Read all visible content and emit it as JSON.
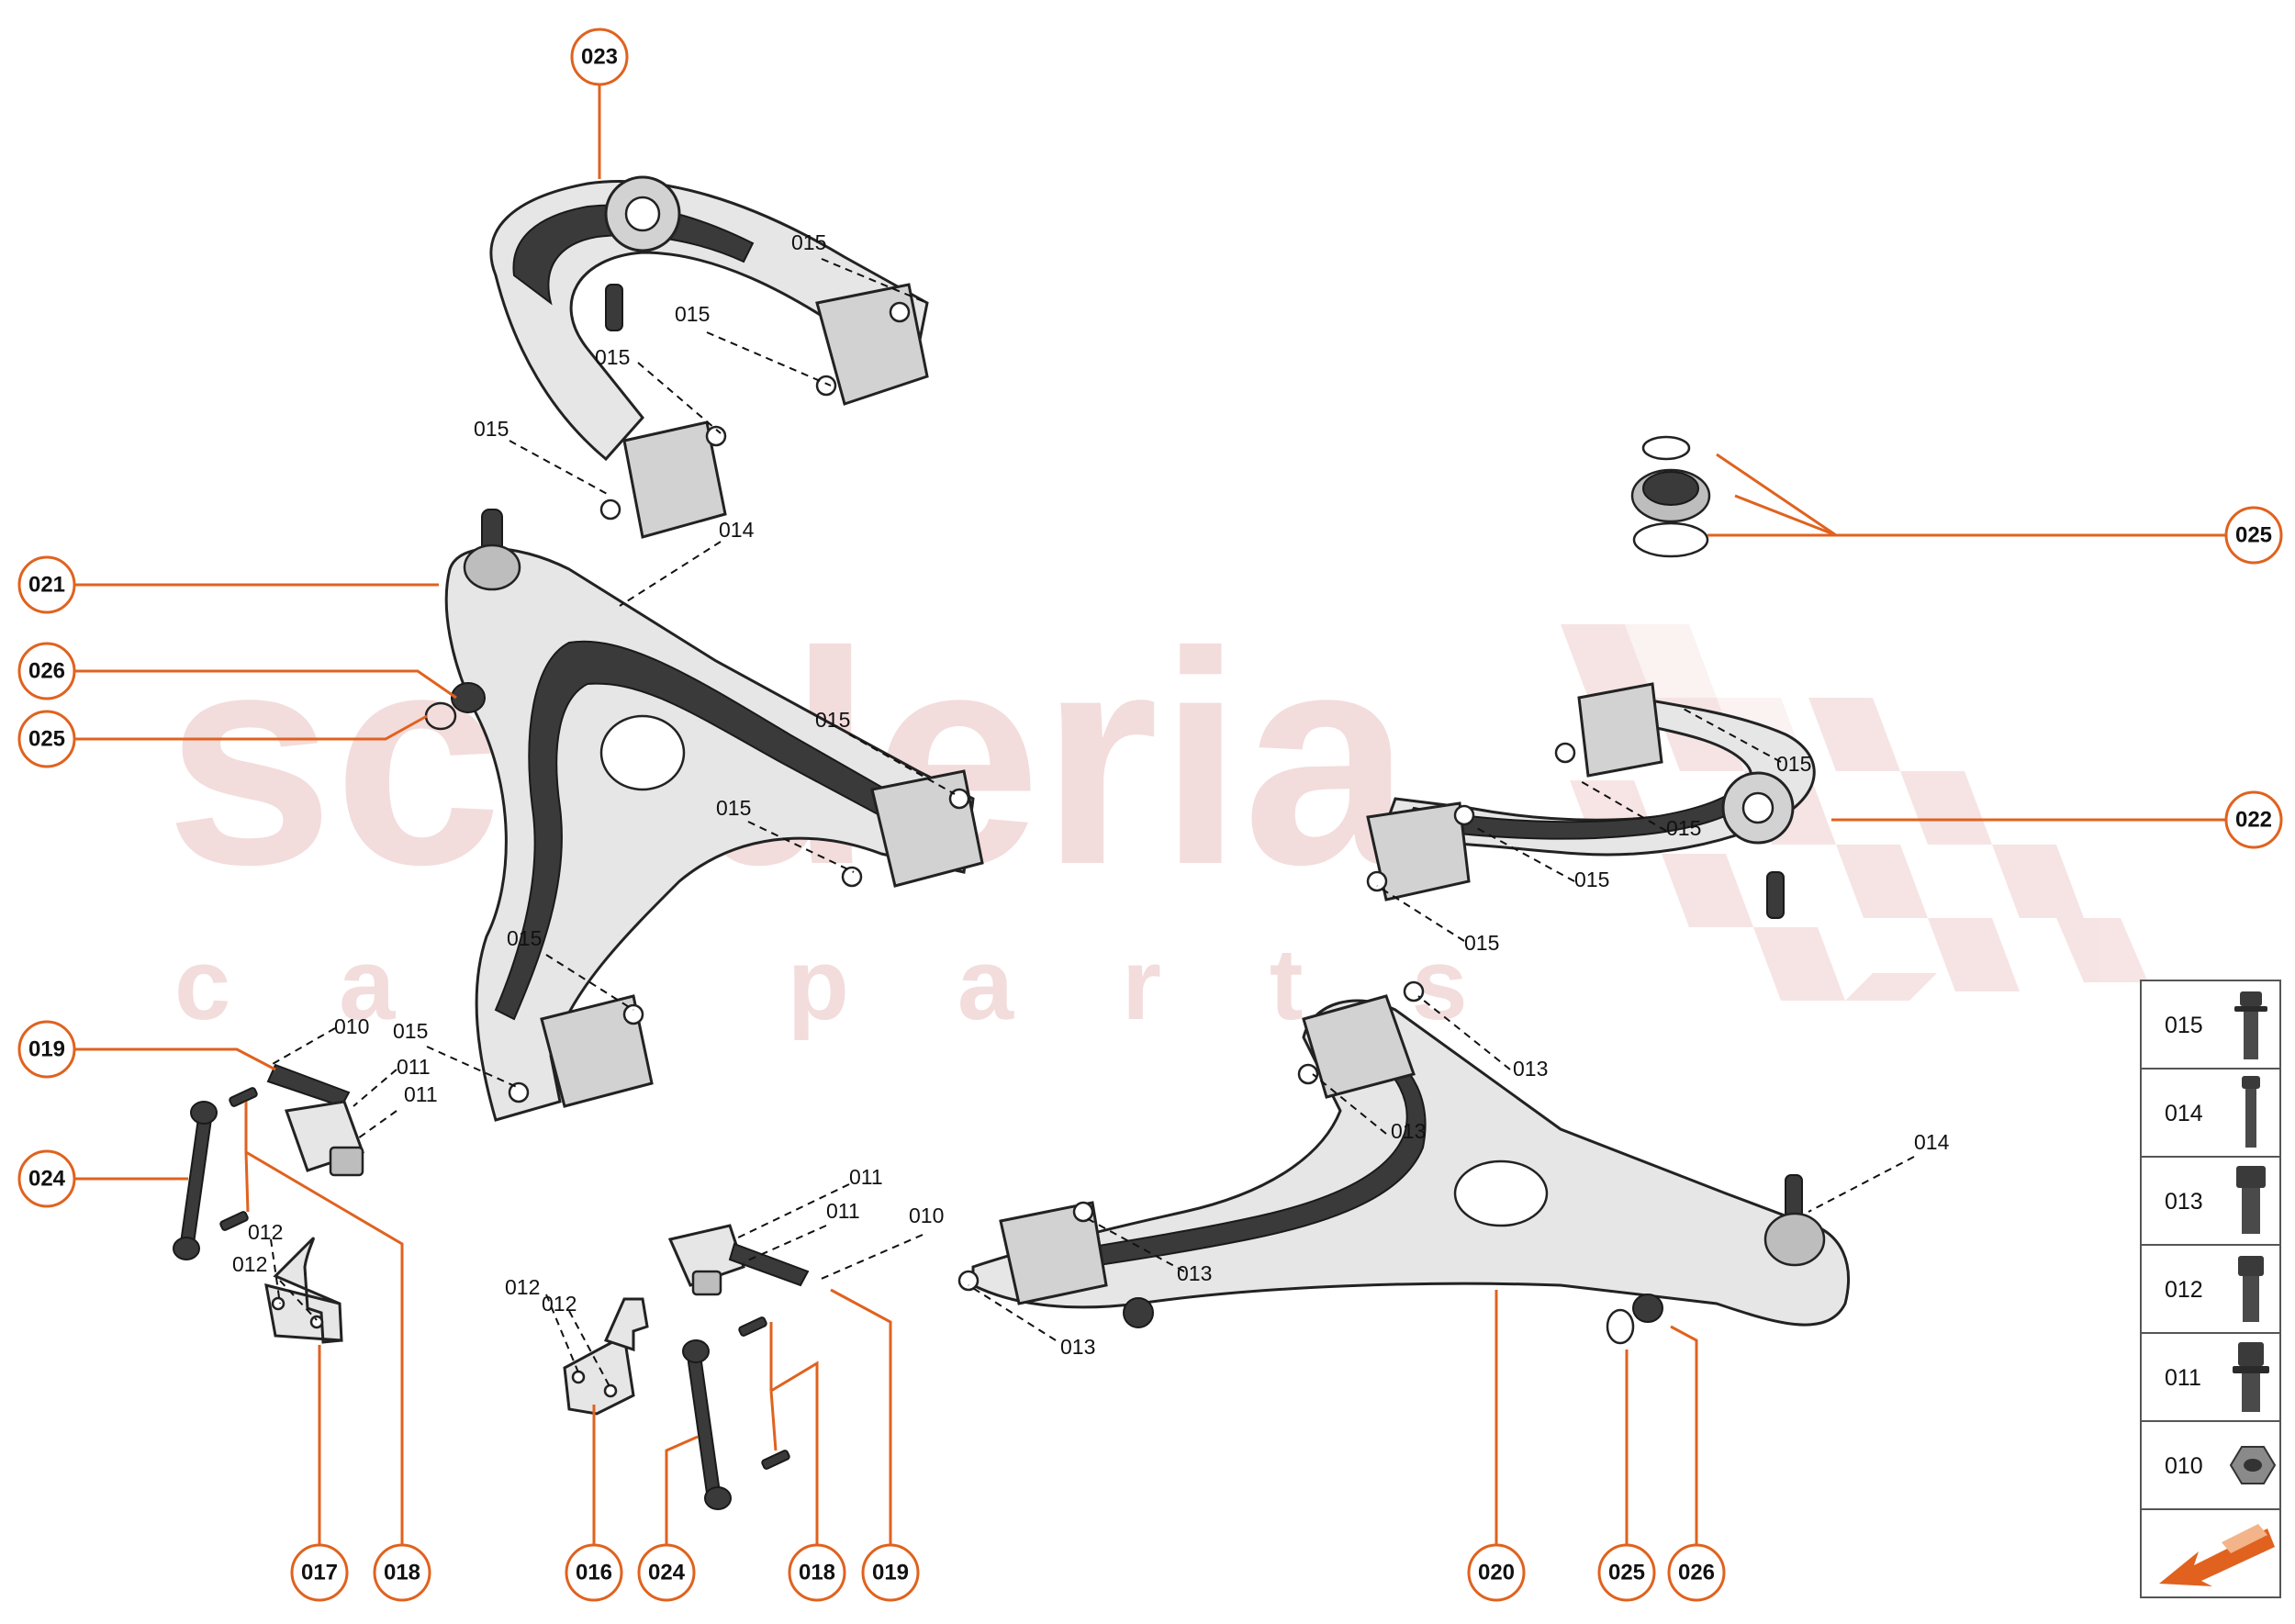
{
  "watermark": {
    "main": "scuderia",
    "sub": "car parts"
  },
  "callouts": [
    {
      "id": "c-023",
      "label": "023"
    },
    {
      "id": "c-021",
      "label": "021"
    },
    {
      "id": "c-026a",
      "label": "026"
    },
    {
      "id": "c-025a",
      "label": "025"
    },
    {
      "id": "c-019a",
      "label": "019"
    },
    {
      "id": "c-024a",
      "label": "024"
    },
    {
      "id": "c-025b",
      "label": "025"
    },
    {
      "id": "c-022",
      "label": "022"
    },
    {
      "id": "c-017",
      "label": "017"
    },
    {
      "id": "c-018a",
      "label": "018"
    },
    {
      "id": "c-016",
      "label": "016"
    },
    {
      "id": "c-024b",
      "label": "024"
    },
    {
      "id": "c-018b",
      "label": "018"
    },
    {
      "id": "c-019b",
      "label": "019"
    },
    {
      "id": "c-020",
      "label": "020"
    },
    {
      "id": "c-025c",
      "label": "025"
    },
    {
      "id": "c-026b",
      "label": "026"
    }
  ],
  "sublabels": [
    "015",
    "015",
    "015",
    "015",
    "014",
    "015",
    "015",
    "015",
    "015",
    "010",
    "011",
    "011",
    "012",
    "012",
    "012",
    "012",
    "011",
    "011",
    "010",
    "015",
    "015",
    "015",
    "015",
    "013",
    "013",
    "013",
    "013",
    "014"
  ],
  "legend": [
    {
      "code": "015",
      "icon": "flange-bolt-long-icon"
    },
    {
      "code": "014",
      "icon": "thin-long-bolt-icon"
    },
    {
      "code": "013",
      "icon": "hex-bolt-medium-icon"
    },
    {
      "code": "012",
      "icon": "hex-bolt-short-icon"
    },
    {
      "code": "011",
      "icon": "stud-bolt-icon"
    },
    {
      "code": "010",
      "icon": "hex-nut-icon"
    },
    {
      "code": "",
      "icon": "orientation-arrow-icon"
    }
  ]
}
